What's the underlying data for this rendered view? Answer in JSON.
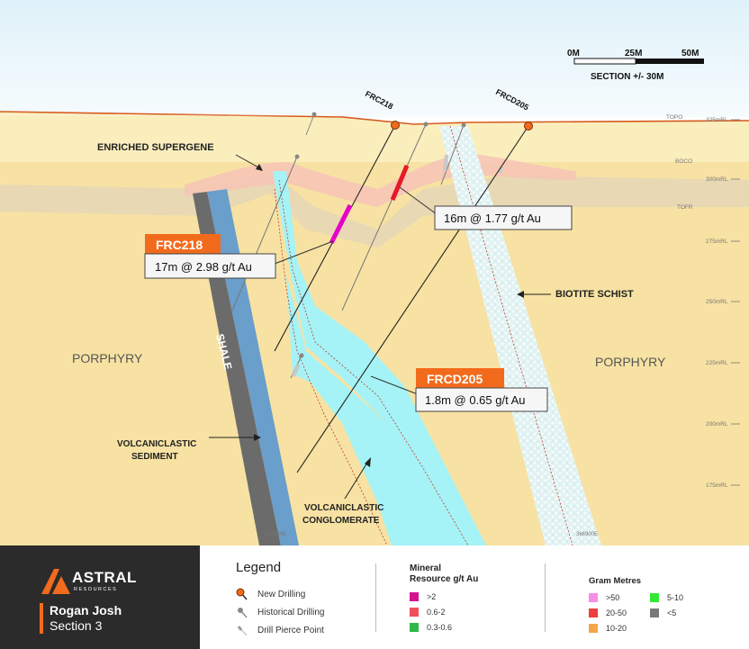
{
  "colors": {
    "sky_top": "#dcf0f8",
    "porphyry": "#f7e2a3",
    "topo_line": "#d75a1f",
    "supergene": "#f6c6b6",
    "shale_dark": "#6b6b6b",
    "shale_blue": "#6a9ecb",
    "volcaniclastic": "#a5f3f6",
    "schist": "#dff0f0",
    "callout_orange": "#f26b1d",
    "high_grade": "#e600c8",
    "medium_grade": "#e8172a",
    "low_grade": "#2fb84a",
    "footer_dark": "#2b2b2b"
  },
  "scale_bar": {
    "ticks": [
      "0M",
      "25M",
      "50M"
    ],
    "label": "SECTION +/- 30M"
  },
  "rl_labels": [
    "TOPO",
    "325mRL",
    "BOCO",
    "300mRL",
    "TOFR",
    "275mRL",
    "250mRL",
    "225mRL",
    "200mRL",
    "175mRL"
  ],
  "easting_labels": [
    "366800E",
    "366900E"
  ],
  "holes": {
    "frc218": "FRC218",
    "frcd205": "FRCD205"
  },
  "units": {
    "enriched_supergene": "ENRICHED SUPERGENE",
    "porphyry_left": "PORPHYRY",
    "porphyry_right": "PORPHYRY",
    "shale": "SHALE",
    "biotite_schist": "BIOTITE SCHIST",
    "volc_sediment_line1": "VOLCANICLASTIC",
    "volc_sediment_line2": "SEDIMENT",
    "volc_conglom_line1": "VOLCANICLASTIC",
    "volc_conglom_line2": "CONGLOMERATE"
  },
  "callouts": {
    "frc218_tag": "FRC218",
    "frc218_intercept": "17m @ 2.98 g/t Au",
    "frc218_upper_intercept": "16m @ 1.77 g/t Au",
    "frcd205_tag": "FRCD205",
    "frcd205_intercept": "1.8m @ 0.65 g/t Au"
  },
  "brand": {
    "name": "ASTRAL",
    "sub": "RESOURCES",
    "project": "Rogan Josh",
    "section": "Section 3"
  },
  "legend": {
    "title": "Legend",
    "items": [
      "New Drilling",
      "Historical Drilling",
      "Drill Pierce Point"
    ],
    "mineral_title_line1": "Mineral",
    "mineral_title_line2": "Resource g/t Au",
    "mineral": [
      {
        "label": ">2",
        "color": "#d4148f"
      },
      {
        "label": "0.6-2",
        "color": "#ef4f5b"
      },
      {
        "label": "0.3-0.6",
        "color": "#2fb84a"
      }
    ],
    "gram_title": "Gram Metres",
    "gram": [
      {
        "label": ">50",
        "color": "#f58fe6"
      },
      {
        "label": "20-50",
        "color": "#ef3e3e"
      },
      {
        "label": "10-20",
        "color": "#f4a64a"
      },
      {
        "label": "5-10",
        "color": "#33e833"
      },
      {
        "label": "<5",
        "color": "#7a7a7a"
      }
    ]
  }
}
